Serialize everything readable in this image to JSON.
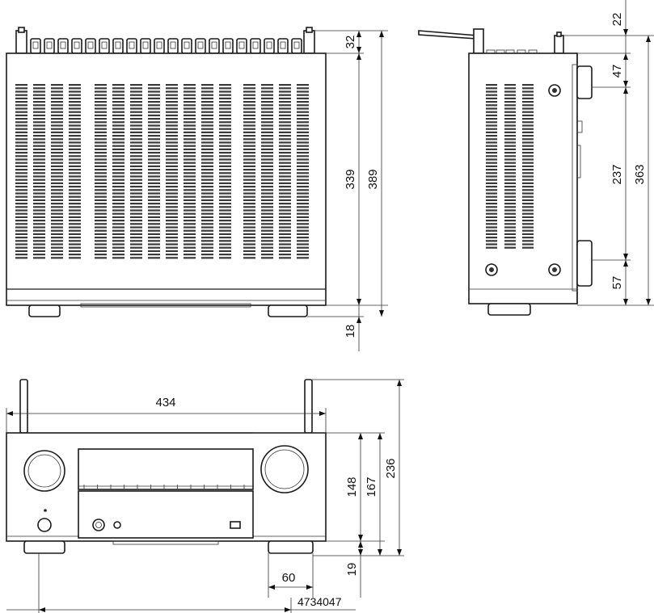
{
  "top_view": {
    "dims": {
      "antenna_height": "32",
      "body_depth": "339",
      "total_depth": "389",
      "foot_height": "18"
    }
  },
  "side_view": {
    "dims": {
      "antenna_top": "22",
      "upper_section": "47",
      "middle_section": "237",
      "total_height": "363",
      "lower_section": "57"
    }
  },
  "front_view": {
    "dims": {
      "width": "434",
      "front_panel": "148",
      "body_height": "167",
      "total_height": "236",
      "foot_height": "19",
      "foot_offset": "60"
    }
  },
  "drawing_code": "4734047",
  "colors": {
    "line": "#1a1a1a",
    "vent": "#3a3a3a",
    "background": "#ffffff"
  }
}
